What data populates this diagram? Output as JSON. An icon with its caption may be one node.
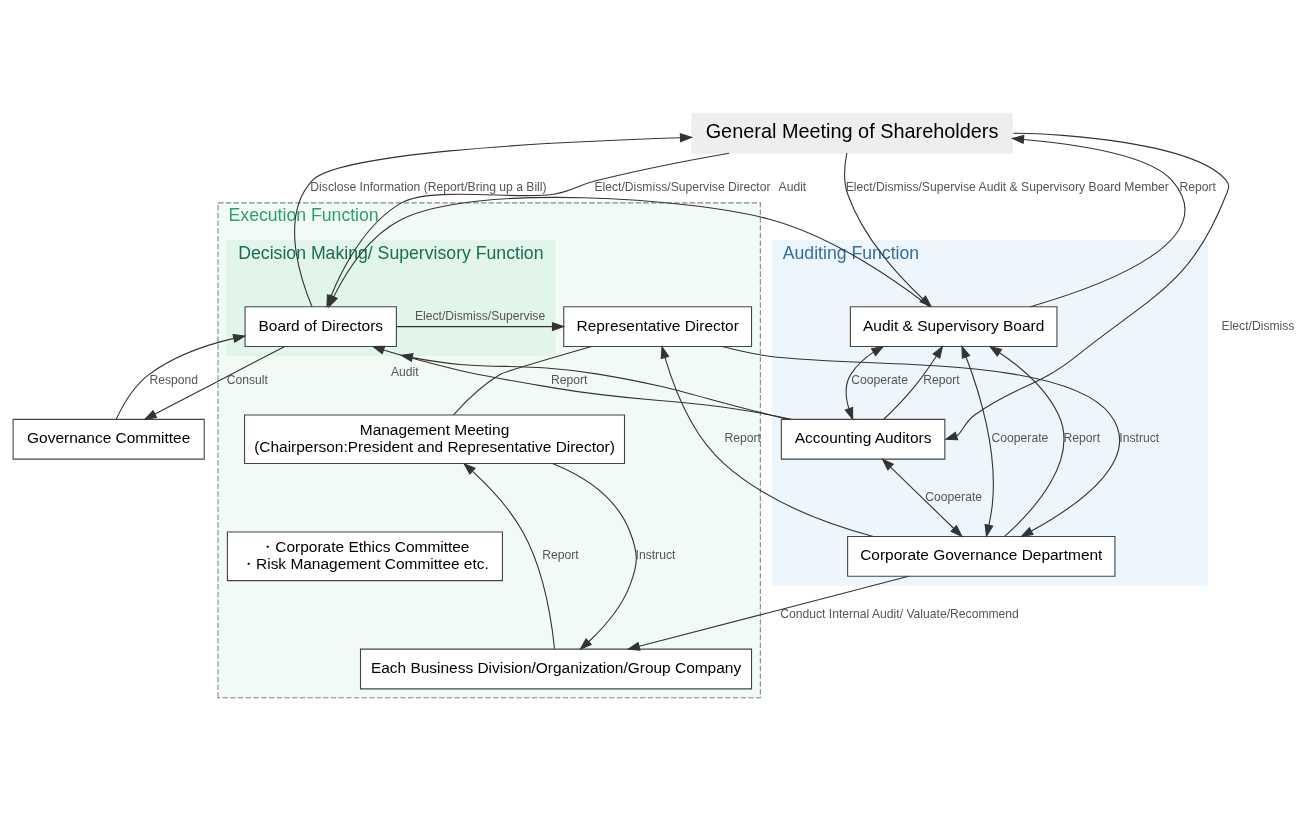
{
  "diagram": {
    "nodes": [
      {
        "text": [
          "General Meeting of Shareholders"
        ]
      },
      {
        "text": [
          "Execution Function"
        ]
      },
      {
        "text": [
          "Decision Making/ Supervisory Function"
        ],
        "in": 1
      },
      {
        "text": [
          "Auditing Function"
        ]
      },
      {
        "text": [
          "Representative Director"
        ],
        "in": 1
      },
      {
        "text": [
          "Board of Directors"
        ],
        "in": 2
      },
      {
        "text": [
          "Audit & Supervisory Board"
        ],
        "in": 3
      },
      {
        "text": [
          "Accounting Auditors"
        ],
        "in": 3
      },
      {
        "text": [
          "Management Meeting",
          "(Chairperson:President and Representative Director)"
        ],
        "in": 1
      },
      {
        "text": [
          "Governance Committee"
        ]
      },
      {
        "text": [
          "Corporate Governance Department"
        ],
        "in": 3
      },
      {
        "text": [
          "・Corporate Ethics Committee",
          "・Risk Management Committee etc."
        ],
        "in": 1
      },
      {
        "text": [
          "Each Business Division/Organization/Group Company"
        ],
        "in": 1
      }
    ],
    "edges": [
      {
        "from": 0,
        "to": 5,
        "arrow": "to",
        "label": "Elect/Dismiss/Supervise Director"
      },
      {
        "from": 5,
        "to": 0,
        "arrow": "to",
        "label": "Disclose Information (Report/Bring up a Bill)"
      },
      {
        "from": 0,
        "to": 6,
        "arrow": "to",
        "label": "Elect/Dismiss/Supervise Audit & Supervisory Board Member"
      },
      {
        "from": 6,
        "to": 0,
        "arrow": "to",
        "label": "Report"
      },
      {
        "from": 0,
        "to": 7,
        "arrow": "to",
        "label": "Elect/Dismiss"
      },
      {
        "from": 5,
        "to": 4,
        "arrow": "to",
        "label": "Elect/Dismiss/Supervise"
      },
      {
        "from": 6,
        "to": 5,
        "arrow": "to",
        "label": "Audit"
      },
      {
        "from": 4,
        "to": 8,
        "arrow": "none"
      },
      {
        "from": 5,
        "to": 9,
        "arrow": "to",
        "label": "Consult"
      },
      {
        "from": 9,
        "to": 5,
        "arrow": "to",
        "label": "Respond"
      },
      {
        "from": 6,
        "to": 7,
        "arrow": "both",
        "label": "Cooperate"
      },
      {
        "from": 7,
        "to": 6,
        "arrow": "to",
        "label": "Report"
      },
      {
        "from": 7,
        "to": 2,
        "arrow": "to",
        "label": "Audit"
      },
      {
        "from": 7,
        "to": 5,
        "arrow": "to",
        "label": "Report"
      },
      {
        "from": 7,
        "to": 10,
        "arrow": "both",
        "label": "Cooperate"
      },
      {
        "from": 10,
        "to": 6,
        "arrow": "both",
        "label": "Cooperate"
      },
      {
        "from": 10,
        "to": 6,
        "arrow": "to",
        "label": "Report"
      },
      {
        "from": 10,
        "to": 4,
        "arrow": "to",
        "label": "Report"
      },
      {
        "from": 4,
        "to": 10,
        "arrow": "to",
        "label": "Instruct"
      },
      {
        "from": 8,
        "to": 12,
        "arrow": "to",
        "label": "Instruct"
      },
      {
        "from": 12,
        "to": 8,
        "arrow": "to",
        "label": "Report"
      },
      {
        "from": 10,
        "to": 12,
        "arrow": "to",
        "label": "Conduct Internal Audit/ Valuate/Recommend"
      }
    ]
  }
}
